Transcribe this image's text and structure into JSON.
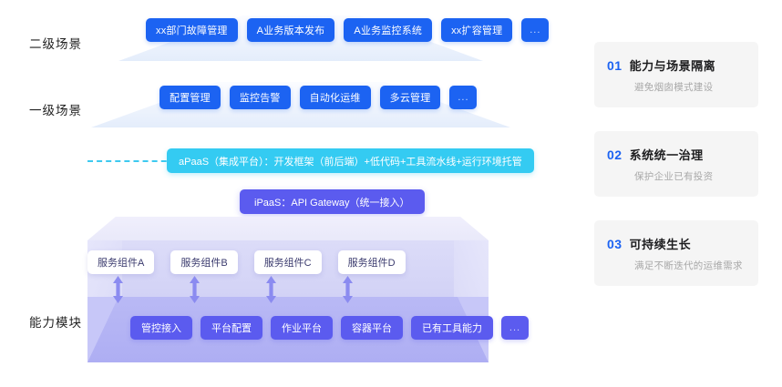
{
  "axis_labels": {
    "tier2": "二级场景",
    "tier1": "一级场景",
    "capability": "能力模块"
  },
  "tier2_scenarios": [
    {
      "label": "xx部门故障管理"
    },
    {
      "label": "A业务版本发布"
    },
    {
      "label": "A业务监控系统"
    },
    {
      "label": "xx扩容管理"
    },
    {
      "label": "..."
    }
  ],
  "tier1_scenarios": [
    {
      "label": "配置管理"
    },
    {
      "label": "监控告警"
    },
    {
      "label": "自动化运维"
    },
    {
      "label": "多云管理"
    },
    {
      "label": "..."
    }
  ],
  "apaas": {
    "label": "aPaaS（集成平台）：开发框架（前后端）+低代码+工具流水线+运行环境托管"
  },
  "ipaas": {
    "label": "iPaaS：API Gateway（统一接入）"
  },
  "service_components": [
    {
      "label": "服务组件A"
    },
    {
      "label": "服务组件B"
    },
    {
      "label": "服务组件C"
    },
    {
      "label": "服务组件D"
    }
  ],
  "capability_modules": [
    {
      "label": "管控接入"
    },
    {
      "label": "平台配置"
    },
    {
      "label": "作业平台"
    },
    {
      "label": "容器平台"
    },
    {
      "label": "已有工具能力"
    },
    {
      "label": "..."
    }
  ],
  "info_cards": [
    {
      "number": "01",
      "title": "能力与场景隔离",
      "subtitle": "避免烟囱模式建设"
    },
    {
      "number": "02",
      "title": "系统统一治理",
      "subtitle": "保护企业已有投资"
    },
    {
      "number": "03",
      "title": "可持续生长",
      "subtitle": "满足不断迭代的运维需求"
    }
  ],
  "colors": {
    "primary_blue": "#1c63f2",
    "cyan": "#34cbf2",
    "purple": "#5b5bef",
    "card_bg": "#f5f5f5",
    "subtitle_gray": "#a8a8a8"
  }
}
